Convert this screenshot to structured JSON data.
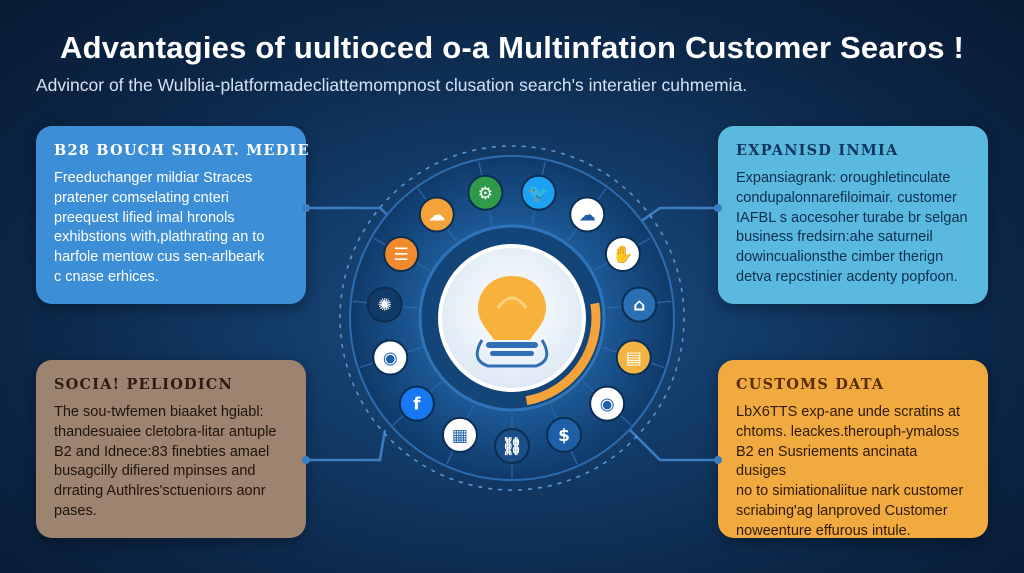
{
  "title": "Advantagies of uultioced o-a Multinfation Customer Searos !",
  "subtitle": "Advincor of the Wulblia-platformadecliattemompnost clusation search's interatier cuhmemia.",
  "cards": {
    "top_left": {
      "heading": "B28 Bouch Shoat. Medie",
      "body": "Freeduchanger mildiar Straces\npratener comselating cnteri\npreequest lified imal hronols\nexhibstions with,plathrating an to\nharfole mentow cus sen-arlbeark\nc cnase erhices."
    },
    "top_right": {
      "heading": "Expanisd Inmia",
      "body": "Expansiagrank: oroughletinculate\ncondupalonnarefiloimair. customer\nIAFBL s aocesoher turabe br selgan\nbusiness fredsirn:ahe saturneil\ndowincualionsthe cimber therign\ndetva repcstinier acdenty popfoon."
    },
    "bottom_left": {
      "heading": "Socia! Peliodicn",
      "body": "The sou-twfemen biaaket hgiabl:\nthandesuaiee cletobra-litar antuple\nB2 and Idnece:83 finebties amael\nbusagcilly difiered mpinses and\ndrrating Authlres'sctuenioırs aonr\npases."
    },
    "bottom_right": {
      "heading": "Customs Data",
      "body": "LbX6TTS exp-ane unde scratins at\nchtoms. leackes.therouph-ymaloss\nB2 en Susriements ancinata dusiges\nno to simiationaliitue nark customer\nscriabing'ag lanproved Customer\nnoweenture effurous intule."
    }
  },
  "hub_icons": [
    {
      "name": "twitter-icon",
      "glyph": "🐦",
      "bg": "#1da1f2"
    },
    {
      "name": "cloud-chat-icon",
      "glyph": "☁",
      "bg": "#ffffff"
    },
    {
      "name": "idea-hand-icon",
      "glyph": "✋",
      "bg": "#ffffff"
    },
    {
      "name": "house-icon",
      "glyph": "⌂",
      "bg": "#2a6fb3"
    },
    {
      "name": "chart-card-icon",
      "glyph": "▤",
      "bg": "#f4b442"
    },
    {
      "name": "chrome-icon-right",
      "glyph": "◉",
      "bg": "#ffffff"
    },
    {
      "name": "dollar-icon",
      "glyph": "$",
      "bg": "#1e5fa8"
    },
    {
      "name": "link-icon",
      "glyph": "⛓",
      "bg": "#1b4e86"
    },
    {
      "name": "bar-chart-icon",
      "glyph": "▦",
      "bg": "#ffffff"
    },
    {
      "name": "facebook-icon",
      "glyph": "f",
      "bg": "#1877f2"
    },
    {
      "name": "chrome-icon-left",
      "glyph": "◉",
      "bg": "#ffffff"
    },
    {
      "name": "lightbulb-small-icon",
      "glyph": "✺",
      "bg": "#123a66"
    },
    {
      "name": "message-board-icon",
      "glyph": "☰",
      "bg": "#f08a2c"
    },
    {
      "name": "cloud-icon",
      "glyph": "☁",
      "bg": "#f3a33a"
    },
    {
      "name": "gear-icon",
      "glyph": "⚙",
      "bg": "#2e9a4a"
    }
  ],
  "colors": {
    "background": "#0b2545",
    "card_blue": "#3c8ed6",
    "card_cyan": "#5ab9df",
    "card_brown": "#9c8470",
    "card_orange": "#f1aa3f",
    "bulb": "#f7b23b",
    "accent_orange": "#f3a33a"
  }
}
